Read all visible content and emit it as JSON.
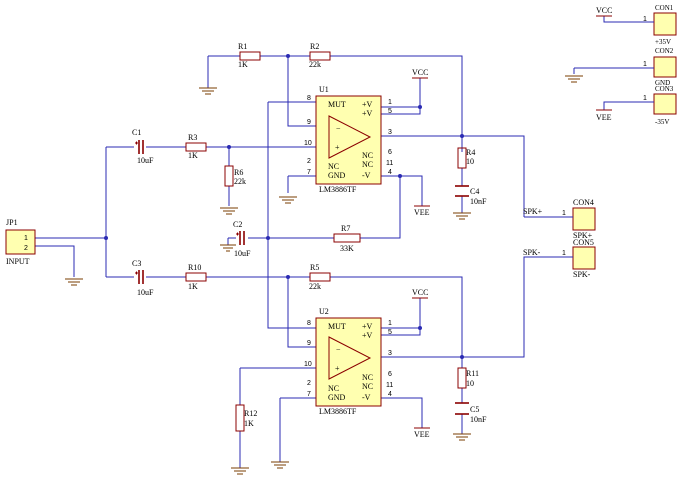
{
  "components": {
    "r1": {
      "ref": "R1",
      "value": "1K"
    },
    "r2": {
      "ref": "R2",
      "value": "22k"
    },
    "r3": {
      "ref": "R3",
      "value": "1K"
    },
    "r4": {
      "ref": "R4",
      "value": "10"
    },
    "r5": {
      "ref": "R5",
      "value": "22k"
    },
    "r6": {
      "ref": "R6",
      "value": "22k"
    },
    "r7": {
      "ref": "R7",
      "value": "33K"
    },
    "r10": {
      "ref": "R10",
      "value": "1K"
    },
    "r11": {
      "ref": "R11",
      "value": "10"
    },
    "r12": {
      "ref": "R12",
      "value": "1K"
    },
    "c1": {
      "ref": "C1",
      "value": "10uF"
    },
    "c2": {
      "ref": "C2",
      "value": "10uF"
    },
    "c3": {
      "ref": "C3",
      "value": "10uF"
    },
    "c4": {
      "ref": "C4",
      "value": "10nF"
    },
    "c5": {
      "ref": "C5",
      "value": "10nF"
    },
    "u1": {
      "ref": "U1",
      "part": "LM3886TF"
    },
    "u2": {
      "ref": "U2",
      "part": "LM3886TF"
    },
    "jp1": {
      "ref": "JP1",
      "value": "INPUT"
    },
    "con1": {
      "ref": "CON1",
      "value": "+35V"
    },
    "con2": {
      "ref": "CON2",
      "value": "GND"
    },
    "con3": {
      "ref": "CON3",
      "value": "-35V"
    },
    "con4": {
      "ref": "CON4",
      "value": "SPK+"
    },
    "con5": {
      "ref": "CON5",
      "value": "SPK-"
    }
  },
  "nets": {
    "vcc": "VCC",
    "vee": "VEE",
    "spk_pos": "SPK+",
    "spk_neg": "SPK-"
  },
  "chip_pins": {
    "mut": "MUT",
    "vplus": "+V",
    "vminus": "-V",
    "nc": "NC",
    "gnd": "GND",
    "minus": "−",
    "plus": "+",
    "p1": "1",
    "p2": "2",
    "p3": "3",
    "p4": "4",
    "p5": "5",
    "p6": "6",
    "p7": "7",
    "p8": "8",
    "p9": "9",
    "p10": "10",
    "p11": "11"
  },
  "colors": {
    "wire": "#2b2bb3",
    "part": "#8b0000",
    "chip_fill": "#ffffb0"
  }
}
